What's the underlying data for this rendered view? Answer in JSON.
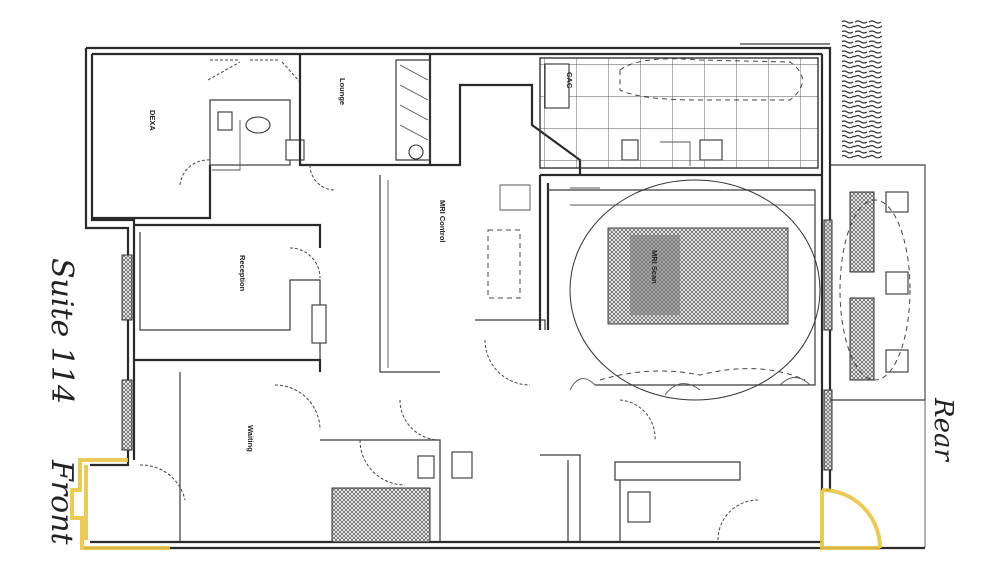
{
  "labels": {
    "dexa": "DEXA",
    "lounge": "Lounge",
    "reception": "Reception",
    "waiting": "Waiting",
    "mri_control": "MRI Control",
    "mri_scan": "MRI Scan",
    "cac": "CAC",
    "suite": "Suite 114",
    "front": "Front",
    "rear": "Rear"
  },
  "colors": {
    "walls": "#2a2a2a",
    "highlight": "#e8c547",
    "hatch": "#6b6b6b"
  }
}
